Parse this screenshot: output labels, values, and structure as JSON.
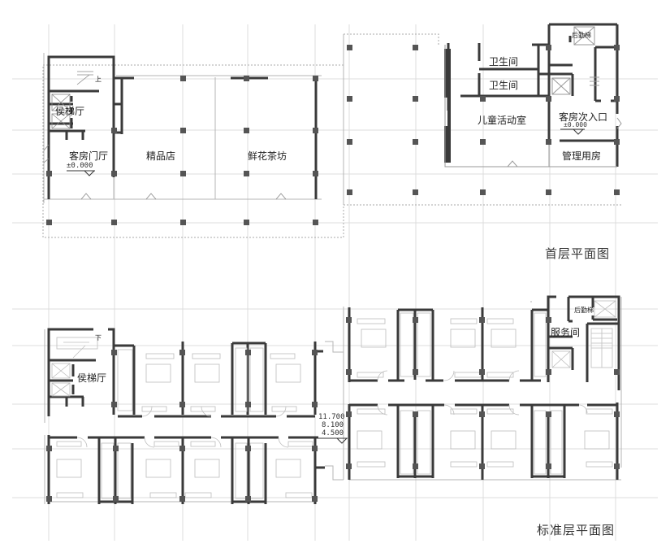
{
  "ground_floor": {
    "title": "首层平面图",
    "rooms": {
      "elevator_lobby": "侯梯厅",
      "guest_lobby": "客房门厅",
      "boutique": "精品店",
      "flower_tea": "鲜花茶坊",
      "restroom_1": "卫生间",
      "restroom_2": "卫生间",
      "kids_room": "儿童活动室",
      "guest_side_entrance": "客房次入口",
      "management": "管理用房",
      "service_elevator": "后勤梯"
    },
    "elevations": {
      "lobby": "±0.000",
      "side_entrance": "±0.000"
    },
    "stair_label": "上"
  },
  "standard_floor": {
    "title": "标准层平面图",
    "rooms": {
      "elevator_lobby": "侯梯厅",
      "service_room": "服务间",
      "service_elevator": "后勤梯"
    },
    "elevations": [
      "11.700",
      "8.100",
      "4.500"
    ],
    "stair_label": "下"
  },
  "colors": {
    "wall": "#3a3a3a",
    "column": "#555555",
    "grid": "#d8d8d8",
    "thin": "#9a9a9a",
    "text": "#222222"
  }
}
